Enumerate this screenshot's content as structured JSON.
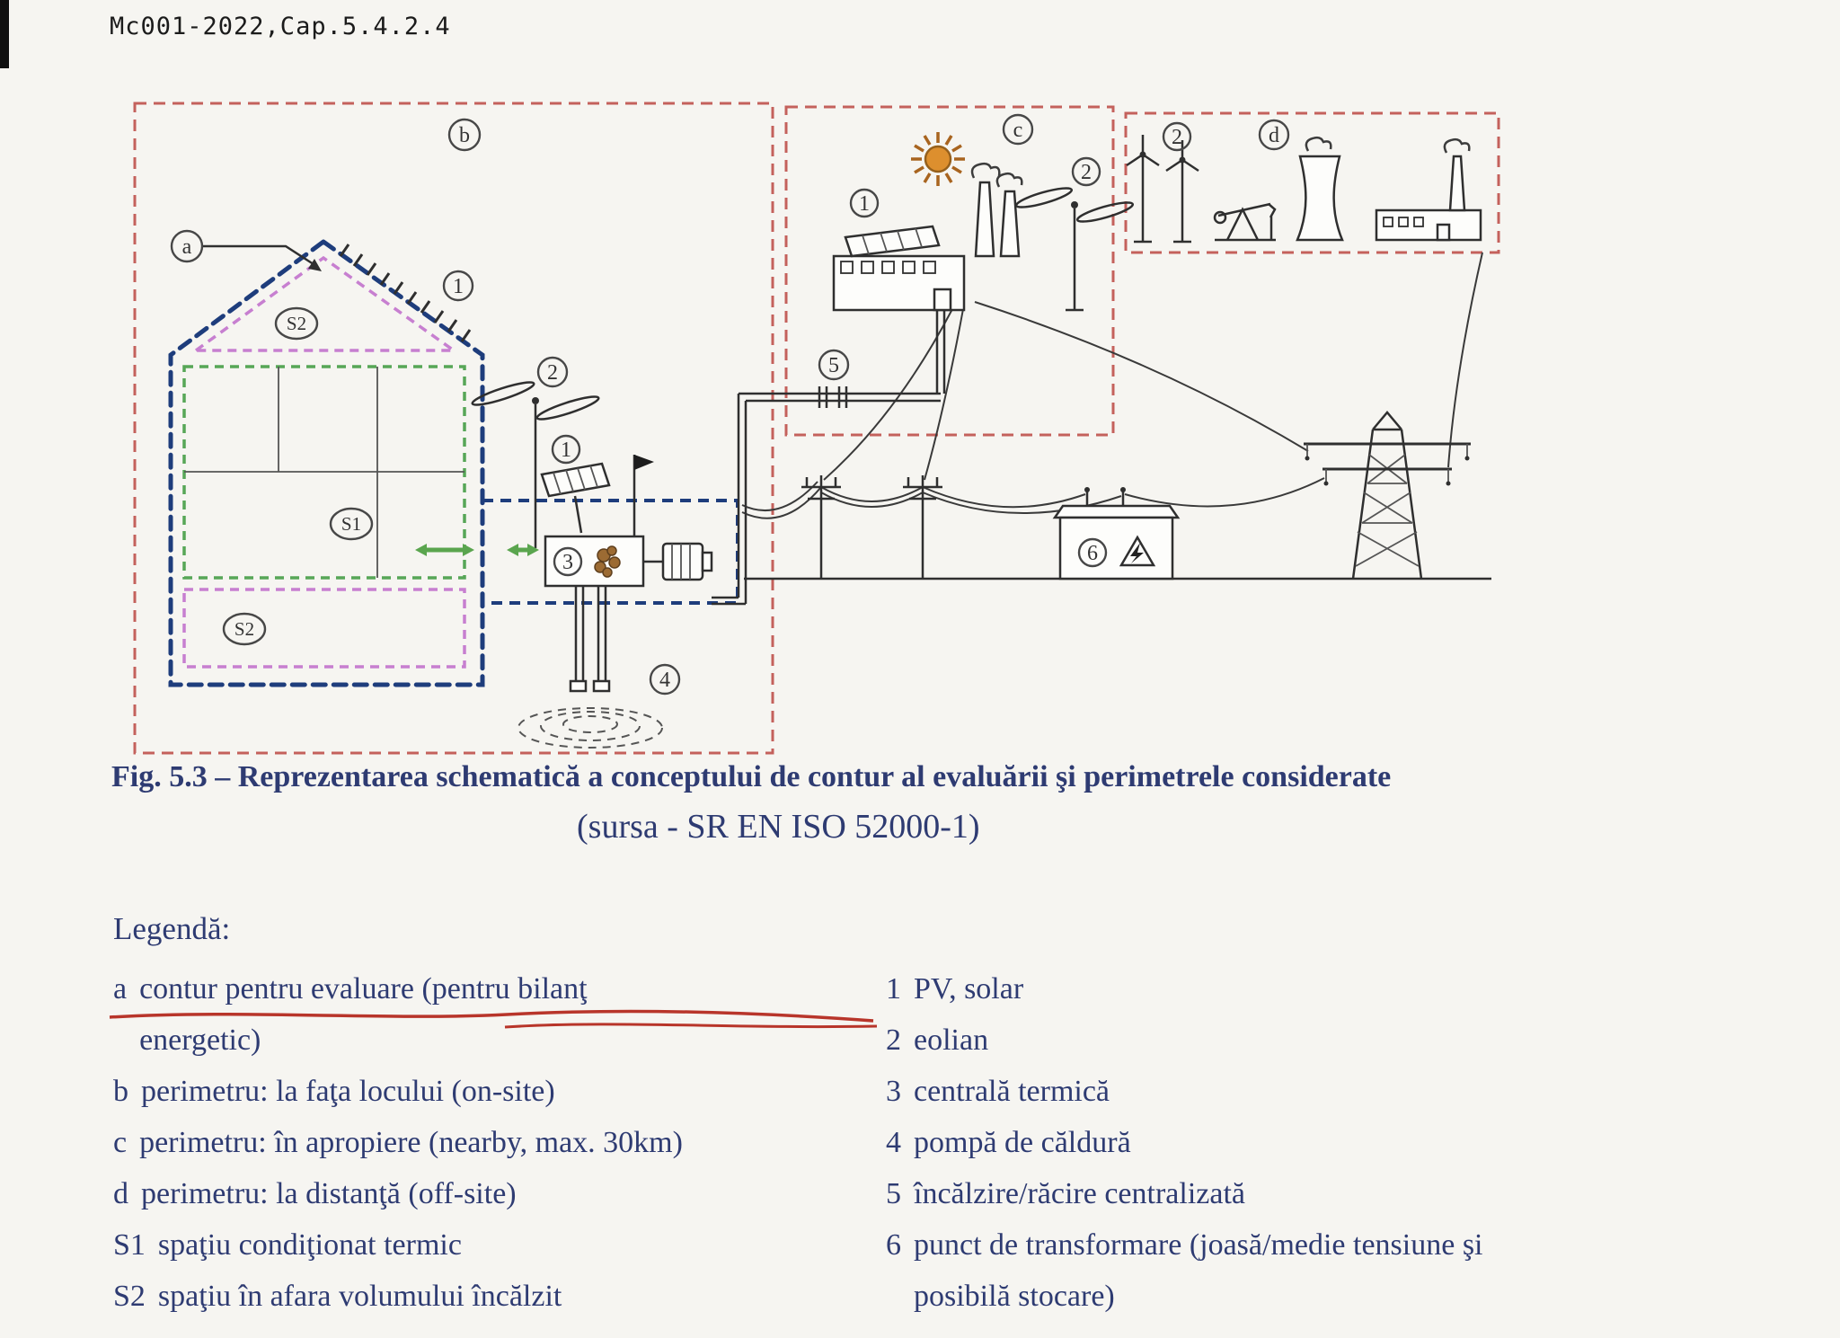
{
  "page": {
    "header": "Mc001-2022,Cap.5.4.2.4",
    "figure": {
      "caption": "Fig. 5.3 – Reprezentarea schematică a conceptului de contur al evaluării şi perimetrele considerate",
      "source": "(sursa - SR EN ISO 52000-1)"
    }
  },
  "diagram": {
    "circled_labels": {
      "a": "a",
      "b": "b",
      "c": "c",
      "d": "d",
      "s1": "S1",
      "s2": "S2",
      "n1": "1",
      "n2": "2",
      "n3": "3",
      "n4": "4",
      "n5": "5",
      "n6": "6"
    },
    "colors": {
      "assessment_boundary": "#1e3d7c",
      "perimeter_box": "#c4615c",
      "unconditioned_space": "#c77fd0",
      "conditioned_space": "#57a657",
      "flow_arrow": "#5aa54e",
      "ink": "#2e3b72",
      "underline": "#b8352a"
    }
  },
  "legend": {
    "title": "Legendă:",
    "left": [
      {
        "key": "a",
        "text": "contur pentru evaluare (pentru bilanţ energetic)"
      },
      {
        "key": "b",
        "text": "perimetru: la faţa locului (on-site)"
      },
      {
        "key": "c",
        "text": "perimetru: în apropiere (nearby, max. 30km)"
      },
      {
        "key": "d",
        "text": "perimetru: la distanţă (off-site)"
      },
      {
        "key": "S1",
        "text": "spaţiu condiţionat termic"
      },
      {
        "key": "S2",
        "text": "spaţiu în afara volumului încălzit"
      }
    ],
    "right": [
      {
        "key": "1",
        "text": "PV, solar"
      },
      {
        "key": "2",
        "text": "eolian"
      },
      {
        "key": "3",
        "text": "centrală termică"
      },
      {
        "key": "4",
        "text": "pompă de căldură"
      },
      {
        "key": "5",
        "text": "încălzire/răcire centralizată"
      },
      {
        "key": "6",
        "text": "punct de transformare (joasă/medie tensiune şi posibilă stocare)"
      }
    ]
  }
}
